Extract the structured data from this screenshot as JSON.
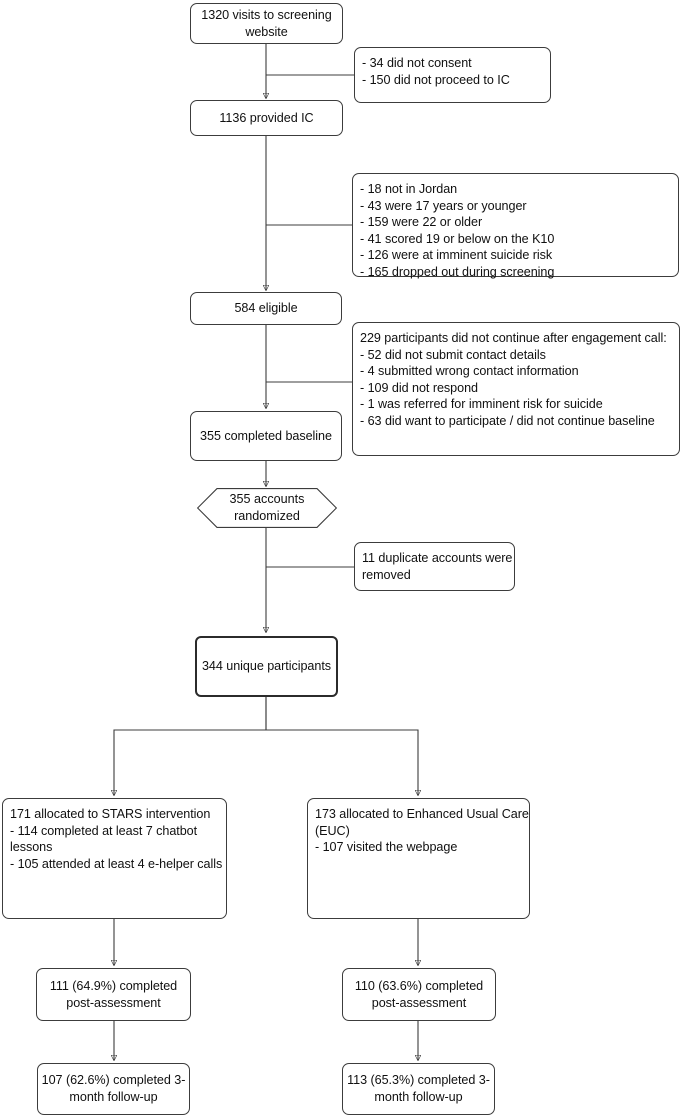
{
  "diagram": {
    "title": "CONSORT participant flow diagram",
    "type": "flowchart",
    "line_color": "#3c3c3c",
    "box_fill": "#ffffff",
    "text_color": "#101010"
  },
  "nodes": {
    "visits": {
      "label": "1320 visits to screening website"
    },
    "excl_consent": {
      "label": "- 34 did not consent\n- 150 did not proceed to IC"
    },
    "provided_ic": {
      "label": "1136 provided IC"
    },
    "excl_screening": {
      "label": "- 18 not in Jordan\n- 43 were 17 years or younger\n- 159 were 22 or older\n- 41 scored 19 or below on the K10\n- 126 were at imminent suicide risk\n- 165 dropped out during screening"
    },
    "eligible": {
      "label": "584 eligible"
    },
    "excl_engagement": {
      "label": "229 participants did not continue after engagement call:\n- 52 did not submit contact details\n- 4 submitted wrong contact information\n- 109 did not respond\n- 1 was referred for imminent risk for suicide\n- 63 did want to participate / did not continue baseline"
    },
    "baseline": {
      "label": "355 completed baseline"
    },
    "randomized": {
      "label": "355 accounts randomized"
    },
    "duplicates": {
      "label": "11 duplicate accounts were removed"
    },
    "unique": {
      "label": "344 unique participants"
    },
    "alloc_stars": {
      "label": "171 allocated to STARS intervention\n- 114 completed at least 7 chatbot lessons\n- 105 attended at least 4 e-helper calls"
    },
    "alloc_euc": {
      "label": "173 allocated to Enhanced Usual Care (EUC)\n- 107 visited the webpage"
    },
    "post_stars": {
      "label": "111 (64.9%) completed post-assessment"
    },
    "post_euc": {
      "label": "110 (63.6%) completed post-assessment"
    },
    "follow_stars": {
      "label": "107 (62.6%) completed 3-month follow-up"
    },
    "follow_euc": {
      "label": "113 (65.3%) completed 3-month follow-up"
    }
  },
  "chart_data": {
    "type": "flowchart",
    "title": "CONSORT participant flow diagram",
    "stages": [
      {
        "id": "visits",
        "value": 1320,
        "text": "1320 visits to screening website"
      },
      {
        "id": "provided_ic",
        "value": 1136,
        "text": "1136 provided IC"
      },
      {
        "id": "eligible",
        "value": 584,
        "text": "584 eligible"
      },
      {
        "id": "baseline",
        "value": 355,
        "text": "355 completed baseline"
      },
      {
        "id": "randomized",
        "value": 355,
        "text": "355 accounts randomized"
      },
      {
        "id": "unique",
        "value": 344,
        "text": "344 unique participants"
      }
    ],
    "exclusions": [
      {
        "after": "visits",
        "items": [
          {
            "n": 34,
            "reason": "did not consent"
          },
          {
            "n": 150,
            "reason": "did not proceed to IC"
          }
        ]
      },
      {
        "after": "provided_ic",
        "items": [
          {
            "n": 18,
            "reason": "not in Jordan"
          },
          {
            "n": 43,
            "reason": "were 17 years or younger"
          },
          {
            "n": 159,
            "reason": "were 22 or older"
          },
          {
            "n": 41,
            "reason": "scored 19 or below on the K10"
          },
          {
            "n": 126,
            "reason": "were at imminent suicide risk"
          },
          {
            "n": 165,
            "reason": "dropped out during screening"
          }
        ]
      },
      {
        "after": "eligible",
        "total": 229,
        "header": "229 participants did not continue after engagement call:",
        "items": [
          {
            "n": 52,
            "reason": "did not submit contact details"
          },
          {
            "n": 4,
            "reason": "submitted wrong contact information"
          },
          {
            "n": 109,
            "reason": "did not respond"
          },
          {
            "n": 1,
            "reason": "was referred for imminent risk for suicide"
          },
          {
            "n": 63,
            "reason": "did want to participate / did not continue baseline"
          }
        ]
      },
      {
        "after": "randomized",
        "items": [
          {
            "n": 11,
            "reason": "duplicate accounts were removed"
          }
        ]
      }
    ],
    "arms": [
      {
        "name": "STARS intervention",
        "allocated": 171,
        "sub": [
          {
            "n": 114,
            "reason": "completed at least 7 chatbot lessons"
          },
          {
            "n": 105,
            "reason": "attended at least 4 e-helper calls"
          }
        ],
        "post_assessment": {
          "n": 111,
          "pct": 64.9
        },
        "follow_up_3mo": {
          "n": 107,
          "pct": 62.6
        }
      },
      {
        "name": "Enhanced Usual Care (EUC)",
        "allocated": 173,
        "sub": [
          {
            "n": 107,
            "reason": "visited the webpage"
          }
        ],
        "post_assessment": {
          "n": 110,
          "pct": 63.6
        },
        "follow_up_3mo": {
          "n": 113,
          "pct": 65.3
        }
      }
    ]
  }
}
